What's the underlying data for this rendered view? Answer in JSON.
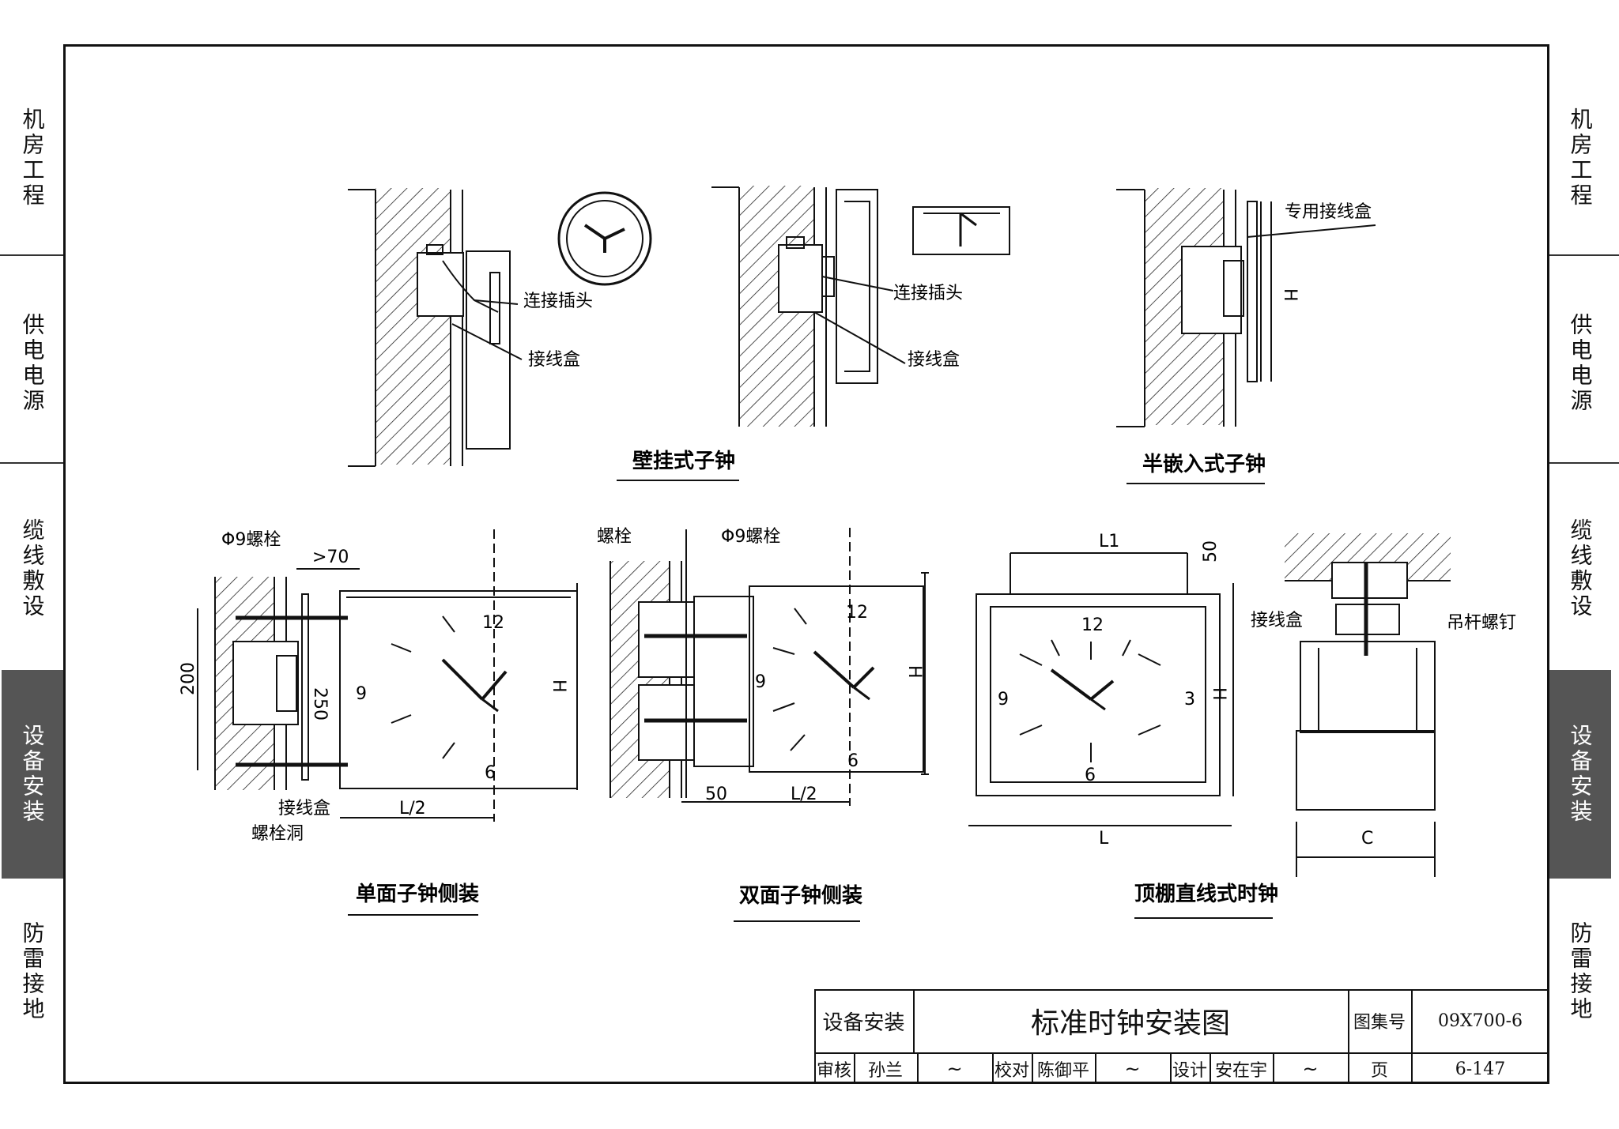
{
  "side_tabs": [
    "机房工程",
    "供电电源",
    "缆线敷设",
    "设备安装",
    "防雷接地"
  ],
  "active_tab": "设备安装",
  "drawings": {
    "wall_clock": {
      "title": "壁挂式子钟",
      "labels": {
        "connector": "连接插头",
        "junction_box": "接线盒"
      }
    },
    "semi_embedded": {
      "title": "半嵌入式子钟",
      "labels": {
        "special_box": "专用接线盒",
        "h": "H"
      }
    },
    "single_side": {
      "title": "单面子钟侧装",
      "labels": {
        "bolt": "Φ9螺栓",
        "gt70": ">70",
        "d200": "200",
        "d250": "250",
        "h": "H",
        "half_l": "L/2",
        "box": "接线盒",
        "hole": "螺栓洞",
        "n12": "12",
        "n9": "9",
        "n6": "6"
      }
    },
    "double_side": {
      "title": "双面子钟侧装",
      "labels": {
        "bolt": "螺栓",
        "bolt9": "Φ9螺栓",
        "d50": "50",
        "half_l": "L/2",
        "h": "H",
        "n12": "12",
        "n9": "9",
        "n6": "6"
      }
    },
    "ceiling": {
      "title": "顶棚直线式时钟",
      "labels": {
        "l1": "L1",
        "d50": "50",
        "h": "H",
        "l": "L",
        "c": "C",
        "box": "接线盒",
        "rod": "吊杆螺钉",
        "n12": "12",
        "n9": "9",
        "n3": "3",
        "n6": "6"
      }
    }
  },
  "title_block": {
    "category": "设备安装",
    "title": "标准时钟安装图",
    "atlas_label": "图集号",
    "atlas_no": "09X700-6",
    "review_label": "审核",
    "reviewer": "孙兰",
    "check_label": "校对",
    "checker": "陈御平",
    "design_label": "设计",
    "designer": "安在宇",
    "page_label": "页",
    "page_no": "6-147"
  }
}
